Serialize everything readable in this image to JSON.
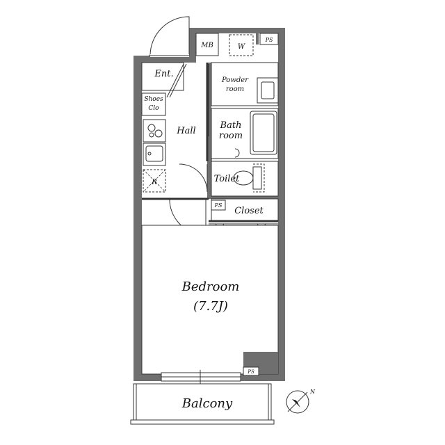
{
  "rooms": {
    "mb": "MB",
    "w": "W",
    "ps_top": "PS",
    "ent": "Ent.",
    "powder_line1": "Powder",
    "powder_line2": "room",
    "shoes_line1": "Shoes",
    "shoes_line2": "Clo",
    "hall": "Hall",
    "bath_line1": "Bath",
    "bath_line2": "room",
    "toilet": "Toilet",
    "r": "R",
    "ps_mid": "PS",
    "closet": "Closet",
    "bedroom": "Bedroom",
    "bedroom_size": "(7.7J)",
    "ps_bottom": "PS",
    "balcony": "Balcony"
  },
  "compass": {
    "label": "N",
    "icon": "north-arrow-icon"
  },
  "colors": {
    "wall": "#6f6f6f",
    "line": "#333333",
    "background": "#ffffff"
  }
}
